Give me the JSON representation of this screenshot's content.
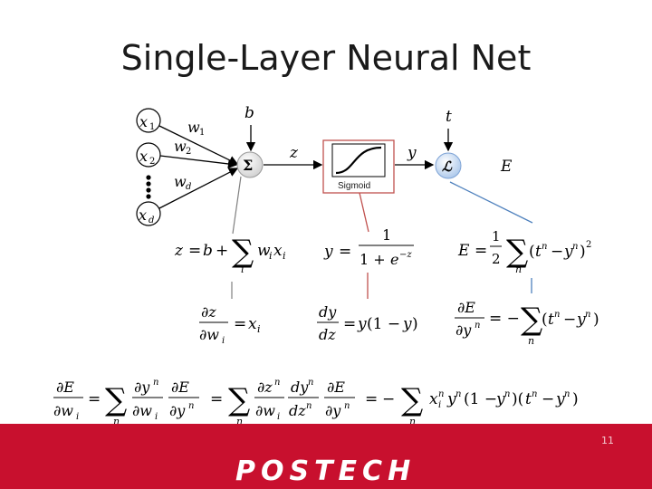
{
  "slide": {
    "title": "Single-Layer Neural Net",
    "page_number": "11",
    "logo_text": "POSTECH"
  },
  "network": {
    "inputs": [
      "x1",
      "x2",
      "xd"
    ],
    "weights": [
      "w1",
      "w2",
      "wd"
    ],
    "bias": "b",
    "sum_symbol": "Σ",
    "pre_activation": "z",
    "activation_label": "Sigmoid",
    "output": "y",
    "target": "t",
    "loss_symbol": "ℒ",
    "error": "E"
  },
  "equations": {
    "z_def": "z = b + Σᵢ wᵢxᵢ",
    "y_def": "y = 1 / (1 + e^(−z))",
    "E_def": "E = ½ Σₙ (tⁿ − yⁿ)²",
    "dz_dw": "∂z/∂wᵢ = xᵢ",
    "dy_dz": "dy/dz = y(1 − y)",
    "dE_dy": "∂E/∂yⁿ = −Σₙ (tⁿ − yⁿ)",
    "chain_rule": "∂E/∂wᵢ = Σₙ ∂yⁿ/∂wᵢ ∂E/∂yⁿ = Σₙ ∂zⁿ/∂wᵢ dyⁿ/dzⁿ ∂E/∂yⁿ = −Σₙ xᵢⁿyⁿ(1 − yⁿ)(tⁿ − yⁿ)"
  },
  "colors": {
    "footer": "#c8102e",
    "node_fill": "#e6e6e6",
    "loss_fill": "#cfe0f5",
    "sigmoid_box": "#c0504d",
    "link_gray": "#808080",
    "link_red": "#c0504d",
    "link_blue": "#4f81bd"
  }
}
